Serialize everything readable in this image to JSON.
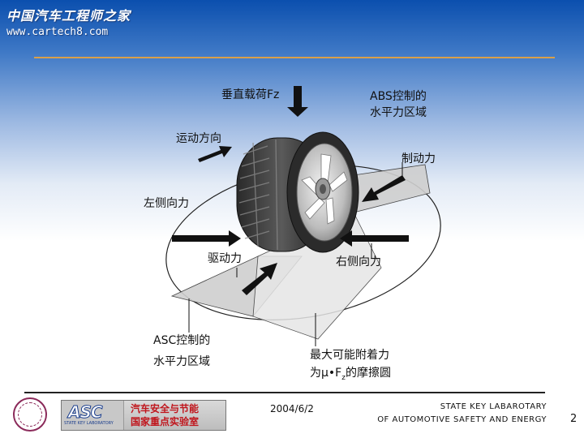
{
  "watermark": {
    "line1": "中国汽车工程师之家",
    "line2": "www.cartech8.com"
  },
  "labels": {
    "vertical_load": "垂直载荷Fz",
    "abs_zone_line1": "ABS控制的",
    "abs_zone_line2": "水平力区域",
    "motion_direction": "运动方向",
    "braking_force": "制动力",
    "left_lateral_force": "左侧向力",
    "driving_force": "驱动力",
    "right_lateral_force": "右侧向力",
    "asc_zone_line1": "ASC控制的",
    "asc_zone_line2": "水平力区域",
    "friction_circle_line1": "最大可能附着力",
    "friction_circle_prefix": "为μ•F",
    "friction_circle_sub": "z",
    "friction_circle_suffix": "的摩擦圆"
  },
  "footer": {
    "logo_text_line1": "汽车安全与节能",
    "logo_text_line2": "国家重点实验室",
    "logo_mark": "ASC",
    "logo_mark_sub": "STATE KEY LABORATORY",
    "date": "2004/6/2",
    "lab_line1": "STATE  KEY  LABAROTARY",
    "lab_line2": "OF AUTOMOTIVE SAFETY AND ENERGY",
    "page_number": "2"
  },
  "colors": {
    "accent_rule": "#d9a04a",
    "arrow": "#111111",
    "header_blue": "#0b4fae"
  }
}
